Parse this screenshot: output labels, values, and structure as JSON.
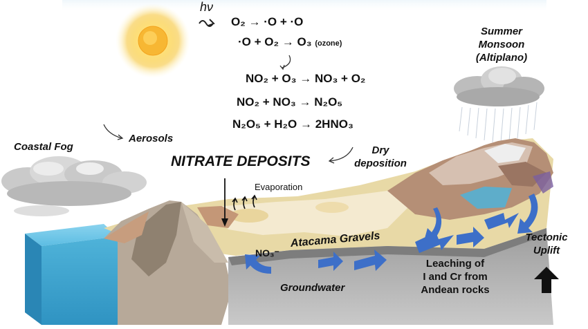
{
  "equations": {
    "hv": "hν",
    "eq1": "O₂ → ·O + ·O",
    "eq2a": "·O + O₂ → O₃",
    "eq2b": "(ozone)",
    "eq3": "NO₂ + O₃ → NO₃ + O₂",
    "eq4": "NO₂ + NO₃ → N₂O₅",
    "eq5": "N₂O₅ + H₂O → 2HNO₃"
  },
  "labels": {
    "monsoon_1": "Summer",
    "monsoon_2": "Monsoon",
    "monsoon_3": "(Altiplano)",
    "coastal_fog": "Coastal Fog",
    "aerosols": "Aerosols",
    "nitrate_deposits": "NITRATE DEPOSITS",
    "dry_1": "Dry",
    "dry_2": "deposition",
    "evaporation": "Evaporation",
    "no3": "NO₃⁻",
    "atacama_gravels": "Atacama Gravels",
    "groundwater": "Groundwater",
    "leach_1": "Leaching of",
    "leach_2": "I and Cr from",
    "leach_3": "Andean rocks",
    "tectonic_1": "Tectonic",
    "tectonic_2": "Uplift"
  },
  "colors": {
    "sun": "#f6c63a",
    "ocean": "#4fb3d9",
    "sediment": "#f2e6b3",
    "rock": "#b98d72",
    "arrow_blue": "#3d6fc8",
    "cloud": "#c8c8c8"
  }
}
